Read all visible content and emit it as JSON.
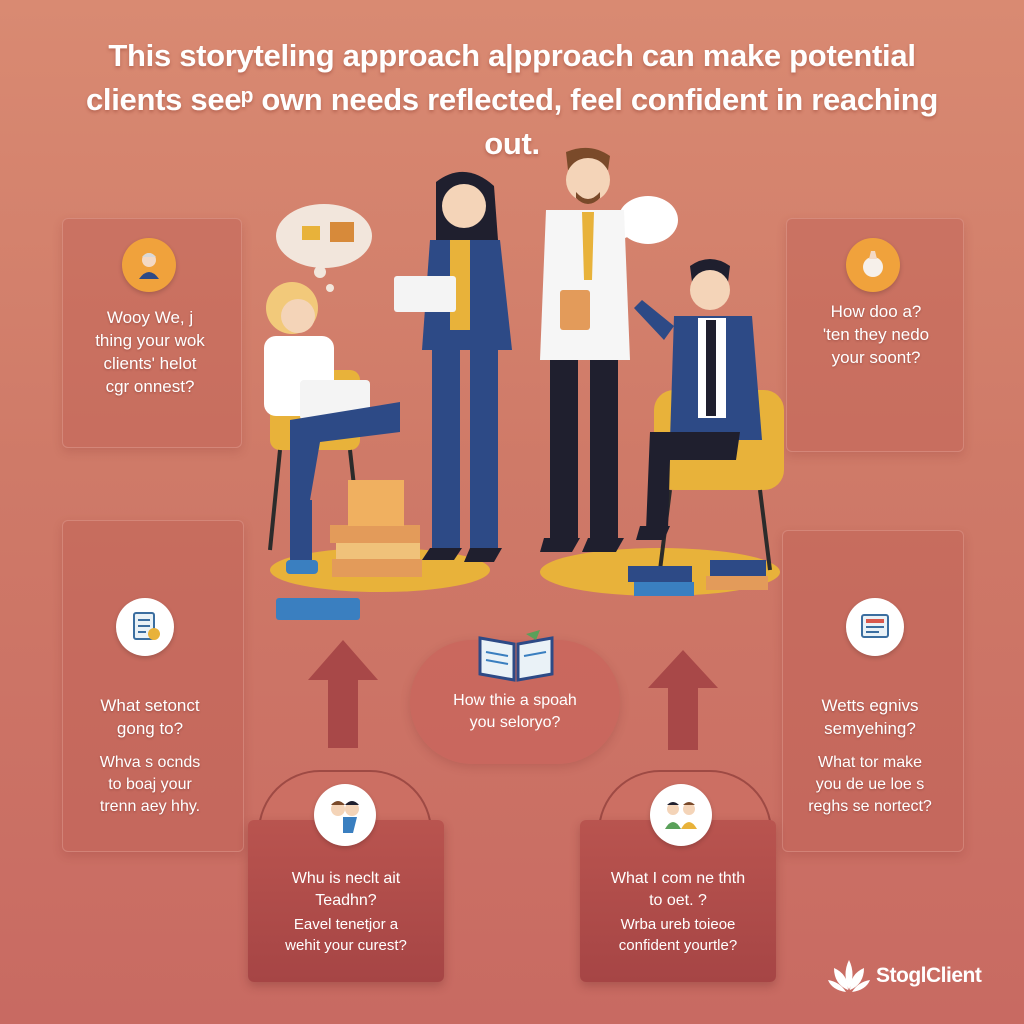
{
  "headline": {
    "line1": "This storyteling approach a|pproach can make potential",
    "line2": "clients seeᵖ own needs reflected, feel confident in reaching out."
  },
  "cards": {
    "top_left": {
      "lines": [
        "Wooy We, j",
        "thing your wok",
        "clients' helot",
        "cgr onnest?"
      ]
    },
    "top_right": {
      "lines": [
        "How doo a?",
        "'ten they nedo",
        "your soont?"
      ]
    },
    "mid_left": {
      "title": [
        "What setonct",
        "gong to?"
      ],
      "body": [
        "Whva s ocnds",
        "to boaj your",
        "trenn aey hhy."
      ]
    },
    "mid_right": {
      "title": [
        "Wetts egnivs",
        "semyehing?"
      ],
      "body": [
        "What tor make",
        "you de ue loe s",
        "reghs se nortect?"
      ]
    },
    "center_bubble": {
      "lines": [
        "How thie a spoah",
        "you seloryo?"
      ]
    },
    "bottom_left": {
      "title": [
        "Whu is neclt ait",
        "Teadhn?"
      ],
      "body": [
        "Eavel tenetjor a",
        "wehit your curest?"
      ]
    },
    "bottom_right": {
      "title": [
        "What I com ne thth",
        "to oet. ?"
      ],
      "body": [
        "Wrba ureb toieoe",
        "confident yourtle?"
      ]
    }
  },
  "logo": {
    "text": "StoglClient",
    "icon": "lotus-icon"
  },
  "colors": {
    "background": "#cf7a68",
    "navy": "#2d4a86",
    "mustard": "#e8b23a",
    "card": "#b9544f"
  }
}
